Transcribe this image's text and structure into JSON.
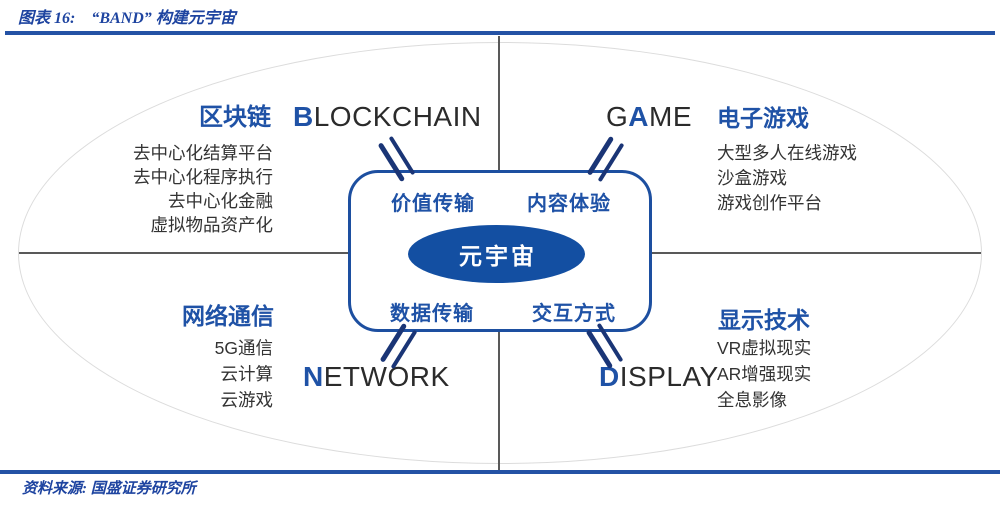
{
  "colors": {
    "accent": "#1F52A6",
    "core_fill": "#134FA2",
    "box_border": "#1D4FA0",
    "slash": "#1A3576",
    "rule": "#2452A5",
    "title_text": "#1E44A0",
    "dark_text": "#2B2B2B",
    "list_text": "#333333",
    "divider": "#595959",
    "ellipse_border": "#DCDCDC"
  },
  "header": {
    "title": "图表 16:    “BAND” 构建元宇宙"
  },
  "center": {
    "core": "元宇宙",
    "top_left": "价值传输",
    "top_right": "内容体验",
    "bottom_left": "数据传输",
    "bottom_right": "交互方式"
  },
  "quadrants": {
    "blockchain": {
      "zh": "区块链",
      "en_pre": "",
      "en_hl": "B",
      "en_post": "LOCKCHAIN",
      "items": [
        "去中心化结算平台",
        "去中心化程序执行",
        "去中心化金融",
        "虚拟物品资产化"
      ]
    },
    "game": {
      "zh": "电子游戏",
      "en_pre": "G",
      "en_hl": "A",
      "en_post": "ME",
      "items": [
        "大型多人在线游戏",
        "沙盒游戏",
        "游戏创作平台"
      ]
    },
    "network": {
      "zh": "网络通信",
      "en_pre": "",
      "en_hl": "N",
      "en_post": "ETWORK",
      "items": [
        "5G通信",
        "云计算",
        "云游戏"
      ]
    },
    "display": {
      "zh": "显示技术",
      "en_pre": "",
      "en_hl": "D",
      "en_post": "ISPLAY",
      "items": [
        "VR虚拟现实",
        "AR增强现实",
        "全息影像"
      ]
    }
  },
  "footer": {
    "source": "资料来源: 国盛证券研究所"
  }
}
